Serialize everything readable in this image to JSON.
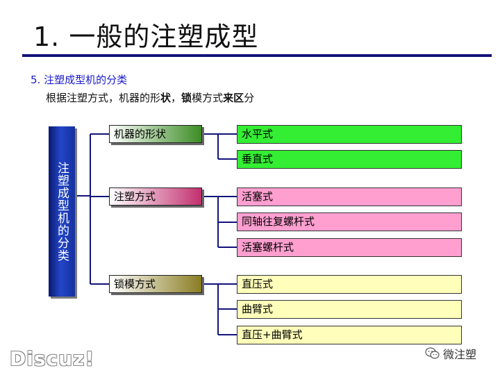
{
  "title": "1. 一般的注塑成型",
  "subtitle": {
    "number": "5.",
    "text": "注塑成型机的分类"
  },
  "caption": {
    "part1": "根据注塑方式，机器的形",
    "bold1": "状",
    "part2": "，",
    "bold2": "锁",
    "part3": "模方式",
    "bold3": "来区",
    "part4": "分"
  },
  "root": {
    "label": "注塑成型机的分类"
  },
  "categories": [
    {
      "label": "机器的形状",
      "children": [
        "水平式",
        "垂直式"
      ]
    },
    {
      "label": "注塑方式",
      "children": [
        "活塞式",
        "同轴往复螺杆式",
        "活塞螺杆式"
      ]
    },
    {
      "label": "锁模方式",
      "children": [
        "直压式",
        "曲臂式",
        "直压+曲臂式"
      ]
    }
  ],
  "watermark": {
    "left": "Discuz!",
    "right": "微注塑",
    "icon": "wechat-icon"
  },
  "colors": {
    "title_rule": "#12127a",
    "subtitle": "#1a1acc",
    "leaf_green": "#33ee33",
    "leaf_pink": "#ff9fd0",
    "leaf_yellow": "#ffffbb"
  }
}
